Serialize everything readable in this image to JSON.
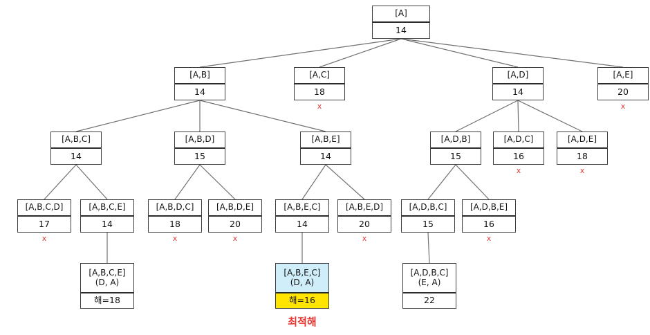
{
  "colors": {
    "edge": "#707070",
    "border": "#3c3c3c",
    "pruned": "#e53a3a",
    "optimal_path_bg": "#cfeefa",
    "optimal_cost_bg": "#ffe500"
  },
  "pruned_mark": "x",
  "optimal_label": "최적해",
  "nodes": [
    {
      "id": "A",
      "path": "[A]",
      "cost": "14"
    },
    {
      "id": "AB",
      "path": "[A,B]",
      "cost": "14",
      "parent": "A"
    },
    {
      "id": "AC",
      "path": "[A,C]",
      "cost": "18",
      "parent": "A",
      "pruned": true
    },
    {
      "id": "AD",
      "path": "[A,D]",
      "cost": "14",
      "parent": "A"
    },
    {
      "id": "AE",
      "path": "[A,E]",
      "cost": "20",
      "parent": "A",
      "pruned": true
    },
    {
      "id": "ABC",
      "path": "[A,B,C]",
      "cost": "14",
      "parent": "AB"
    },
    {
      "id": "ABD",
      "path": "[A,B,D]",
      "cost": "15",
      "parent": "AB"
    },
    {
      "id": "ABE",
      "path": "[A,B,E]",
      "cost": "14",
      "parent": "AB"
    },
    {
      "id": "ADB",
      "path": "[A,D,B]",
      "cost": "15",
      "parent": "AD"
    },
    {
      "id": "ADC",
      "path": "[A,D,C]",
      "cost": "16",
      "parent": "AD",
      "pruned": true
    },
    {
      "id": "ADE",
      "path": "[A,D,E]",
      "cost": "18",
      "parent": "AD",
      "pruned": true
    },
    {
      "id": "ABCD",
      "path": "[A,B,C,D]",
      "cost": "17",
      "parent": "ABC",
      "pruned": true
    },
    {
      "id": "ABCE",
      "path": "[A,B,C,E]",
      "cost": "14",
      "parent": "ABC"
    },
    {
      "id": "ABDC",
      "path": "[A,B,D,C]",
      "cost": "18",
      "parent": "ABD",
      "pruned": true
    },
    {
      "id": "ABDE",
      "path": "[A,B,D,E]",
      "cost": "20",
      "parent": "ABD",
      "pruned": true
    },
    {
      "id": "ABEC",
      "path": "[A,B,E,C]",
      "cost": "14",
      "parent": "ABE"
    },
    {
      "id": "ABED",
      "path": "[A,B,E,D]",
      "cost": "20",
      "parent": "ABE",
      "pruned": true
    },
    {
      "id": "ADBC",
      "path": "[A,D,B,C]",
      "cost": "15",
      "parent": "ADB"
    },
    {
      "id": "ADBE",
      "path": "[A,D,B,E]",
      "cost": "16",
      "parent": "ADB",
      "pruned": true
    },
    {
      "id": "ABCEDA",
      "path": "[A,B,C,E]\n(D, A)",
      "cost": "해=18",
      "parent": "ABCE"
    },
    {
      "id": "ABECDA",
      "path": "[A,B,E,C]\n(D, A)",
      "cost": "해=16",
      "parent": "ABEC",
      "optimal": true
    },
    {
      "id": "ADBCEA",
      "path": "[A,D,B,C]\n(E, A)",
      "cost": "22",
      "parent": "ADBC"
    }
  ]
}
